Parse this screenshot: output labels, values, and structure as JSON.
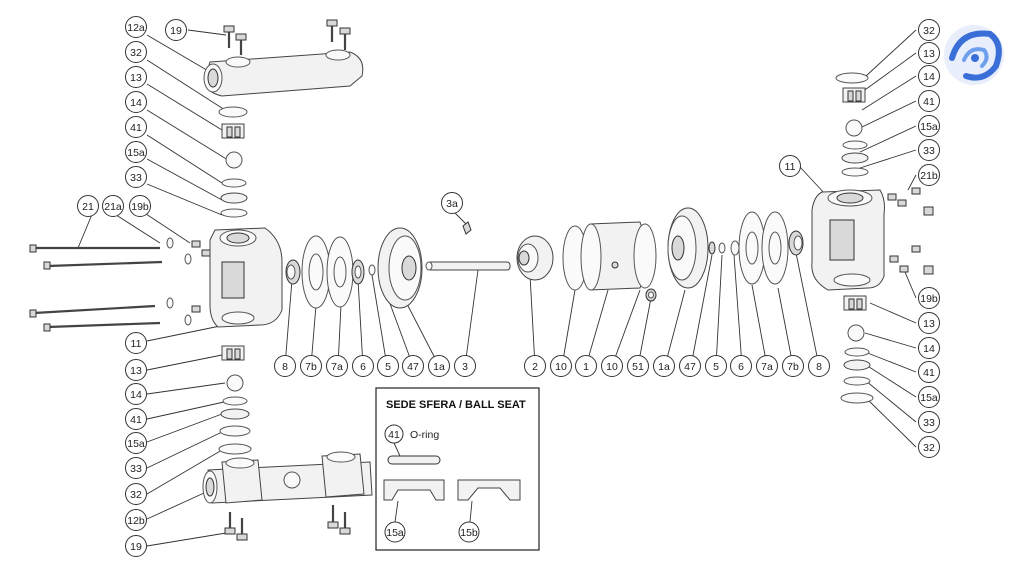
{
  "callouts": {
    "tl_19": "19",
    "tl_12a": "12a",
    "tl_32": "32",
    "tl_13": "13",
    "tl_14": "14",
    "tl_41": "41",
    "tl_15a": "15a",
    "tl_33": "33",
    "tl_21": "21",
    "tl_21a": "21a",
    "tl_19b": "19b",
    "tl_11": "11",
    "bl_13": "13",
    "bl_14": "14",
    "bl_41": "41",
    "bl_15a": "15a",
    "bl_33": "33",
    "bl_32": "32",
    "bl_12b": "12b",
    "bl_19": "19",
    "c_8": "8",
    "c_7b": "7b",
    "c_7a": "7a",
    "c_6": "6",
    "c_5": "5",
    "c_47": "47",
    "c_1a": "1a",
    "c_3": "3",
    "c_3a": "3a",
    "c_2": "2",
    "c_10": "10",
    "c_1": "1",
    "c_10b": "10",
    "c_51": "51",
    "c_1ab": "1a",
    "c_47b": "47",
    "c_5b": "5",
    "c_6b": "6",
    "c_7ab": "7a",
    "c_7bb": "7b",
    "c_8b": "8",
    "tr_32": "32",
    "tr_13": "13",
    "tr_14": "14",
    "tr_41": "41",
    "tr_15a": "15a",
    "tr_33": "33",
    "tr_21b": "21b",
    "tr_11": "11",
    "br_19b": "19b",
    "br_13": "13",
    "br_14": "14",
    "br_41": "41",
    "br_15a": "15a",
    "br_33": "33",
    "br_32": "32"
  },
  "legend": {
    "title": "SEDE SFERA / BALL SEAT",
    "oring_callout": "41",
    "oring_label": "O-ring",
    "seat_a": "15a",
    "seat_b": "15b"
  },
  "colors": {
    "line": "#333333",
    "logo": "#3a6fd8"
  },
  "logo": {
    "icon": "swirl-logo-icon"
  }
}
